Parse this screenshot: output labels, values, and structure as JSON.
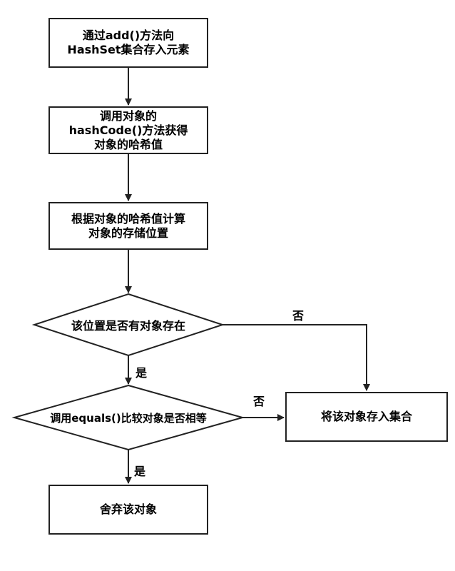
{
  "nodes": {
    "add_element": "通过add()方法向\nHashSet集合存入元素",
    "get_hash": "调用对象的\nhashCode()方法获得\n对象的哈希值",
    "compute_location": "根据对象的哈希值计算\n对象的存储位置",
    "check_position": "该位置是否有对象存在",
    "check_equals": "调用equals()比较对象是否相等",
    "store_object": "将该对象存入集合",
    "discard_object": "舍弃该对象"
  },
  "edges": {
    "position_no": "否",
    "position_yes": "是",
    "equals_no": "否",
    "equals_yes": "是"
  },
  "colors": {
    "stroke": "#222222",
    "background": "#ffffff"
  }
}
